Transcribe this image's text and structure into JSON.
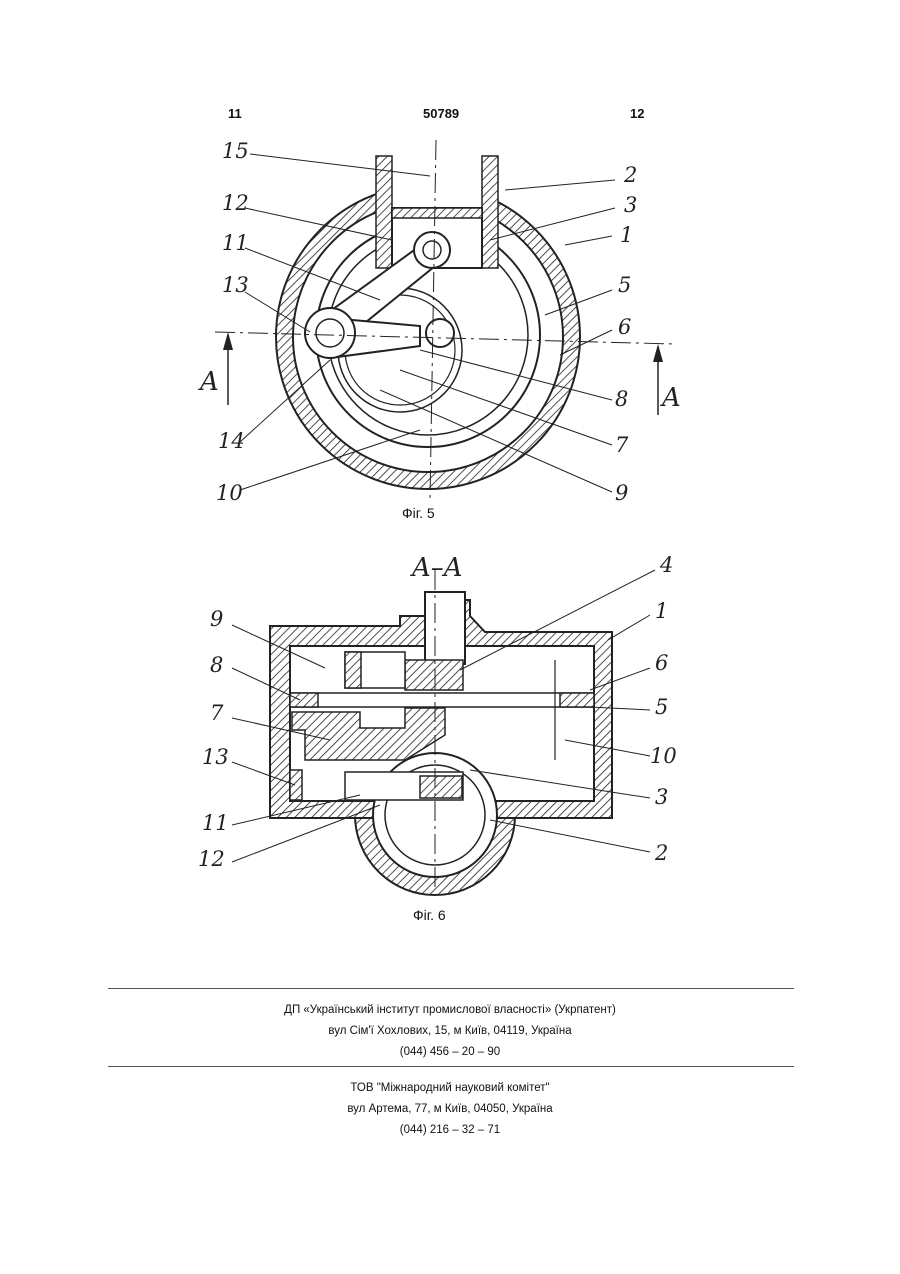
{
  "header": {
    "page_left": "11",
    "patent_number": "50789",
    "page_right": "12"
  },
  "figure5": {
    "caption": "Фіг. 5",
    "labels": [
      "15",
      "2",
      "12",
      "3",
      "11",
      "1",
      "13",
      "5",
      "6",
      "8",
      "7",
      "9",
      "10",
      "14"
    ],
    "section_marks": [
      "A",
      "A"
    ]
  },
  "figure6": {
    "caption": "Фіг. 6",
    "section_title": "A–A",
    "labels": [
      "4",
      "9",
      "1",
      "8",
      "6",
      "7",
      "5",
      "10",
      "13",
      "3",
      "11",
      "12",
      "2"
    ]
  },
  "footer": {
    "block1": {
      "line1": "ДП «Український інститут промислової власності» (Укрпатент)",
      "line2": "вул  Сім'ї Хохлових, 15, м  Київ, 04119, Україна",
      "line3": "(044) 456 – 20 –  90"
    },
    "block2": {
      "line1": "ТОВ \"Міжнародний науковий комітет\"",
      "line2": "вул  Артема, 77, м  Київ, 04050, Україна",
      "line3": "(044) 216 – 32 – 71"
    }
  }
}
